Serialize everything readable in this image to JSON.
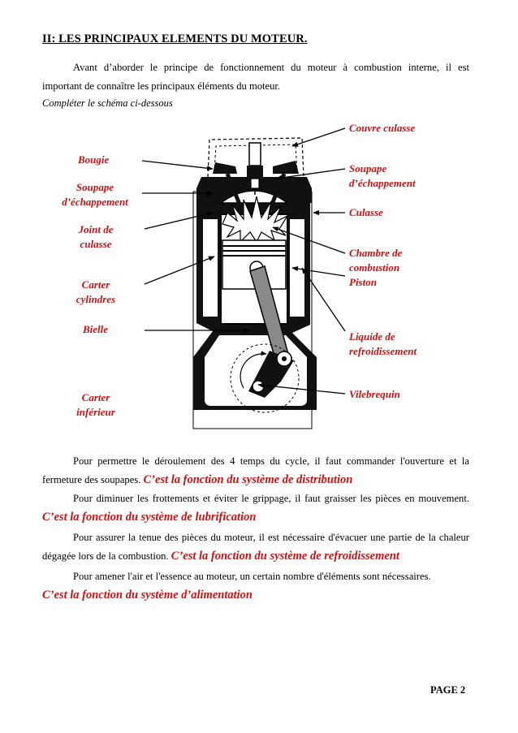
{
  "heading": "II: LES PRINCIPAUX ELEMENTS DU MOTEUR.",
  "intro": {
    "line1": "Avant d’aborder le principe de fonctionnement du moteur à combustion interne, il est",
    "line2": "important de connaître les principaux éléments du moteur."
  },
  "instruction": "Compléter le schéma ci-dessous",
  "diagram": {
    "left_labels": {
      "bougie": "Bougie",
      "soupape": "Soupape",
      "echappement": "d’échappement",
      "joint": "Joint de",
      "culasse": "culasse",
      "carter": "Carter",
      "cylindres": "cylindres",
      "bielle": "Bielle",
      "carter_inf": "Carter",
      "inferieur": "inférieur"
    },
    "right_labels": {
      "couvre_culasse": "Couvre culasse",
      "soupape": "Soupape",
      "echappement": "d’échappement",
      "culasse": "Culasse",
      "chambre": "Chambre de",
      "combustion": "combustion",
      "piston": "Piston",
      "liquide": "Liquide de",
      "refroidissement": "refroidissement",
      "vilebrequin": "Vilebrequin"
    }
  },
  "systems": [
    {
      "line1": "Pour permettre le déroulement des 4 temps du cycle, il faut commander l'ouverture et la",
      "line2": "fermeture des soupapes.",
      "emphasis": "C’est la fonction du système de distribution"
    },
    {
      "line1": "Pour diminuer les frottements et éviter le grippage, il faut graisser les pièces en mouvement.",
      "line2": "",
      "emphasis": "C’est la fonction du système de lubrification"
    },
    {
      "line1": "Pour assurer la tenue des pièces du moteur, il est nécessaire d'évacuer une partie de la chaleur",
      "line2": "dégagée lors de la combustion.",
      "emphasis": "C’est la fonction du système de refroidissement"
    },
    {
      "line1": "Pour amener l'air et l'essence au moteur, un certain nombre d'éléments sont nécessaires.",
      "line2": "",
      "emphasis": "C’est la fonction du système d’alimentation"
    }
  ],
  "page": "PAGE 2"
}
